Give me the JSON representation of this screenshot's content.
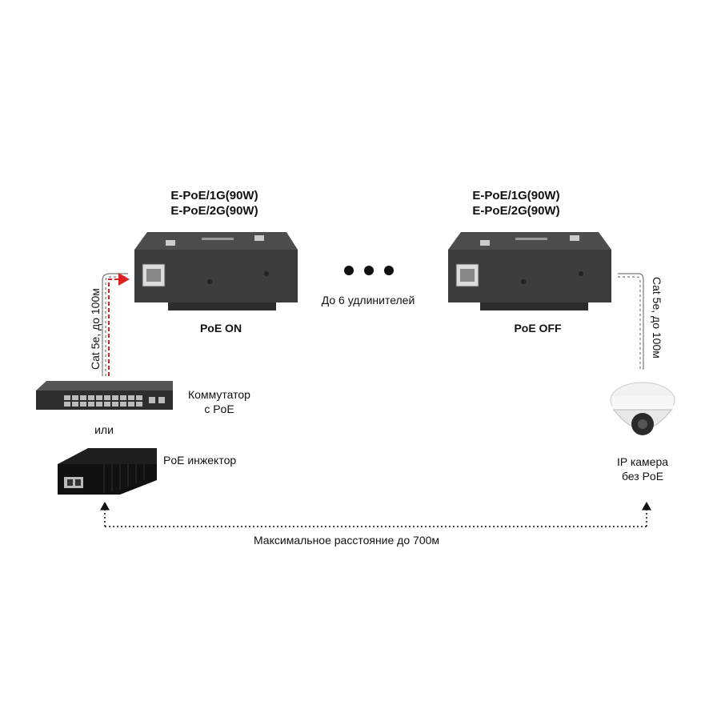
{
  "extender_left": {
    "model_1g": "E-PoE/1G(90W)",
    "model_2g": "E-PoE/2G(90W)",
    "poe_mode": "PoE ON"
  },
  "extender_right": {
    "model_1g": "E-PoE/1G(90W)",
    "model_2g": "E-PoE/2G(90W)",
    "poe_mode": "PoE OFF"
  },
  "chain_label": "До 6 удлинителей",
  "cable_left_label": "Cat 5e, до 100м",
  "cable_right_label": "Cat 5e, до 100м",
  "switch_label_line1": "Коммутатор",
  "switch_label_line2": "с PoE",
  "or_label": "или",
  "injector_label": "PoE инжектор",
  "camera_label_line1": "IP камера",
  "camera_label_line2": "без PoE",
  "distance_label": "Максимальное расстояние до 700м",
  "colors": {
    "device_body": "#3a3d3c",
    "power_arrow": "#e02020",
    "dots": "#111111"
  }
}
